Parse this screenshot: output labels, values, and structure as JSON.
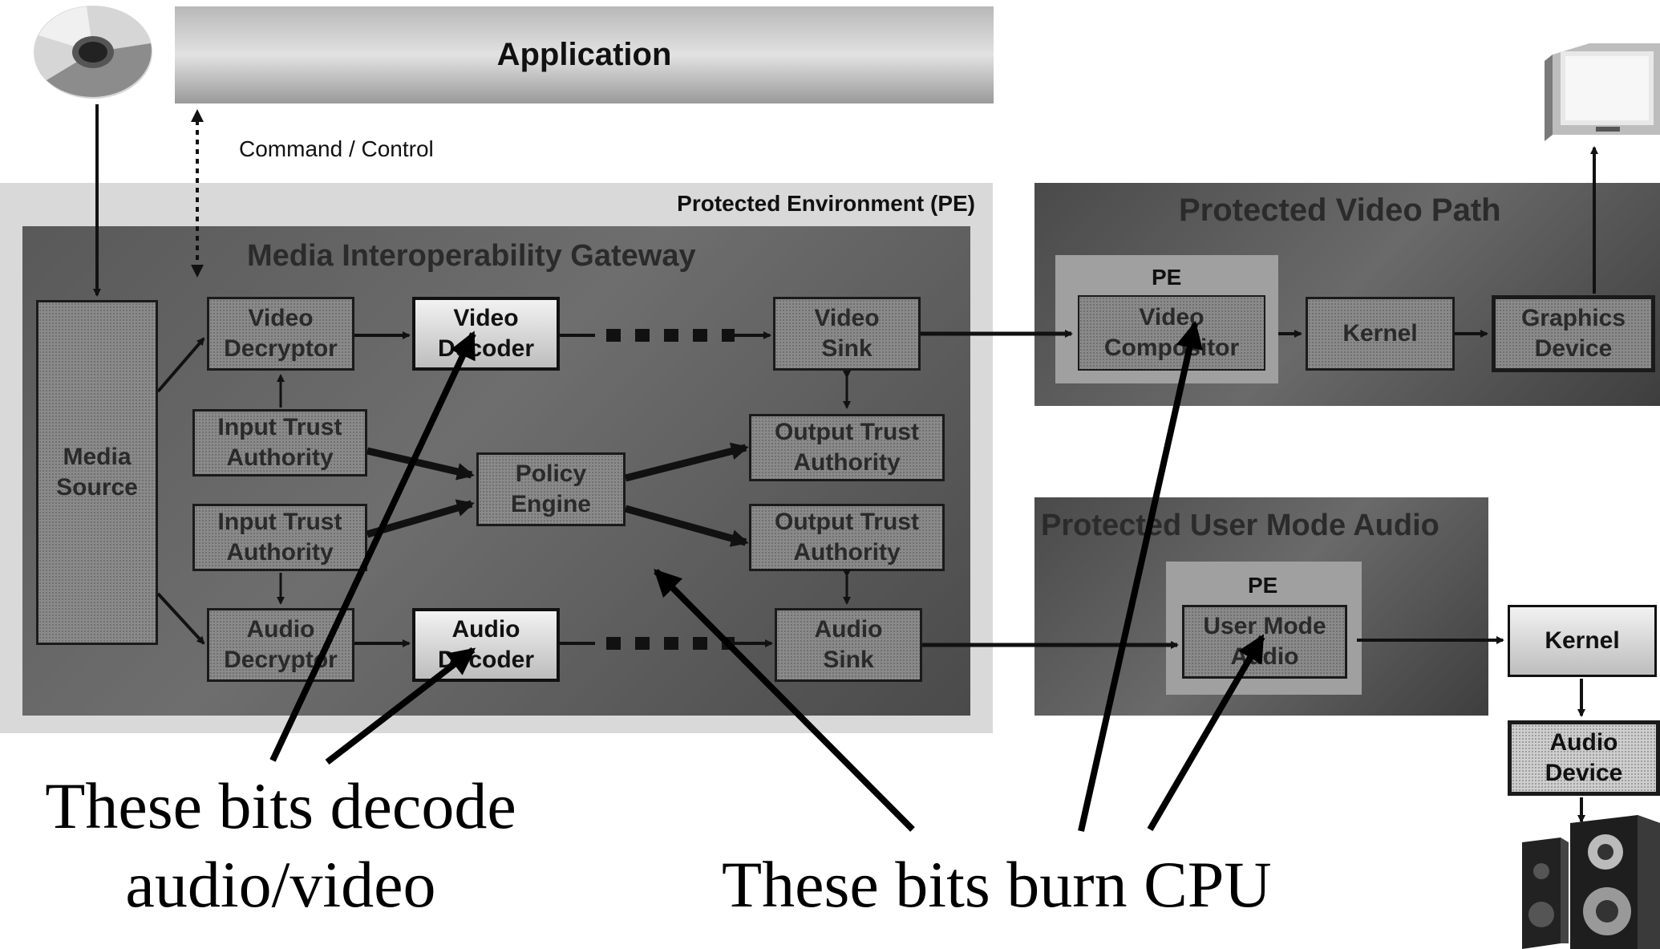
{
  "application": {
    "label": "Application"
  },
  "command_control": "Command / Control",
  "pe": {
    "title": "Protected Environment (PE)",
    "gateway_title": "Media Interoperability Gateway",
    "media_source": "Media\nSource",
    "video_decryptor": "Video\nDecryptor",
    "video_decoder": "Video\nDecoder",
    "video_sink": "Video\nSink",
    "input_trust_1": "Input Trust\nAuthority",
    "input_trust_2": "Input Trust\nAuthority",
    "policy_engine": "Policy\nEngine",
    "output_trust_1": "Output Trust\nAuthority",
    "output_trust_2": "Output Trust\nAuthority",
    "audio_decryptor": "Audio\nDecryptor",
    "audio_decoder": "Audio\nDecoder",
    "audio_sink": "Audio\nSink"
  },
  "video_path": {
    "title": "Protected Video Path",
    "pe_label": "PE",
    "compositor": "Video\nCompositor",
    "kernel": "Kernel",
    "graphics": "Graphics\nDevice"
  },
  "audio_path": {
    "title": "Protected User Mode Audio",
    "pe_label": "PE",
    "user_mode_audio": "User Mode\nAudio",
    "kernel": "Kernel",
    "audio_device": "Audio\nDevice"
  },
  "captions": {
    "decode": "These bits decode\naudio/video",
    "cpu": "These bits burn CPU"
  },
  "icons": [
    "disc-icon",
    "monitor-icon",
    "speakers-icon"
  ]
}
